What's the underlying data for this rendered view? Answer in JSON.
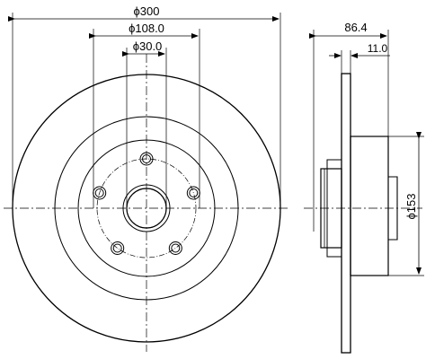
{
  "dimensions": {
    "outer_diameter": "ϕ300",
    "bolt_circle_diameter": "ϕ108.0",
    "center_bore_diameter": "ϕ30.0",
    "overall_width": "86.4",
    "disc_thickness": "11.0",
    "hub_diameter": "ϕ153"
  },
  "colors": {
    "line": "#000000",
    "background": "#ffffff"
  }
}
